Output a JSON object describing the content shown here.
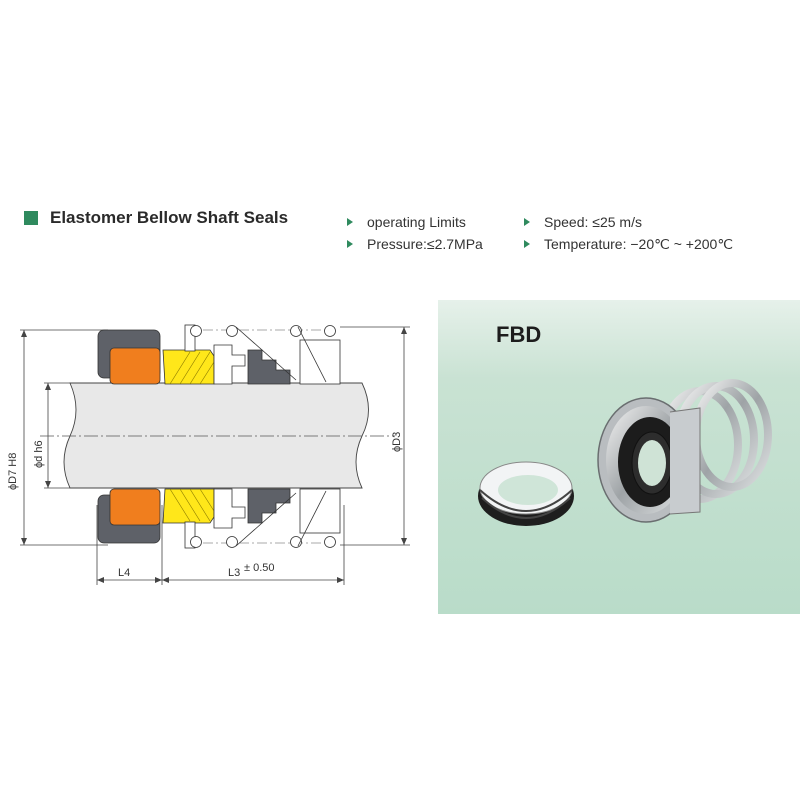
{
  "header": {
    "title": "Elastomer Bellow Shaft Seals",
    "accent_color": "#2f8a5e"
  },
  "specs": [
    {
      "text": "operating Limits"
    },
    {
      "text": "Speed:  ≤25 m/s"
    },
    {
      "text": "Pressure:≤2.7MPa"
    },
    {
      "text": "Temperature:  −20℃ ~ +200℃"
    }
  ],
  "drawing": {
    "dim_d7": "ϕD7  H8",
    "dim_d": "ϕd  h6",
    "dim_d3": "ϕD3",
    "dim_l4": "L4",
    "dim_l3": "L3",
    "dim_l3_tol": "± 0.50",
    "colors": {
      "orange": "#f07e1e",
      "yellow": "#ffe71a",
      "gray": "#5e6168",
      "shaft": "#e4e4e4"
    }
  },
  "product": {
    "model": "FBD"
  }
}
